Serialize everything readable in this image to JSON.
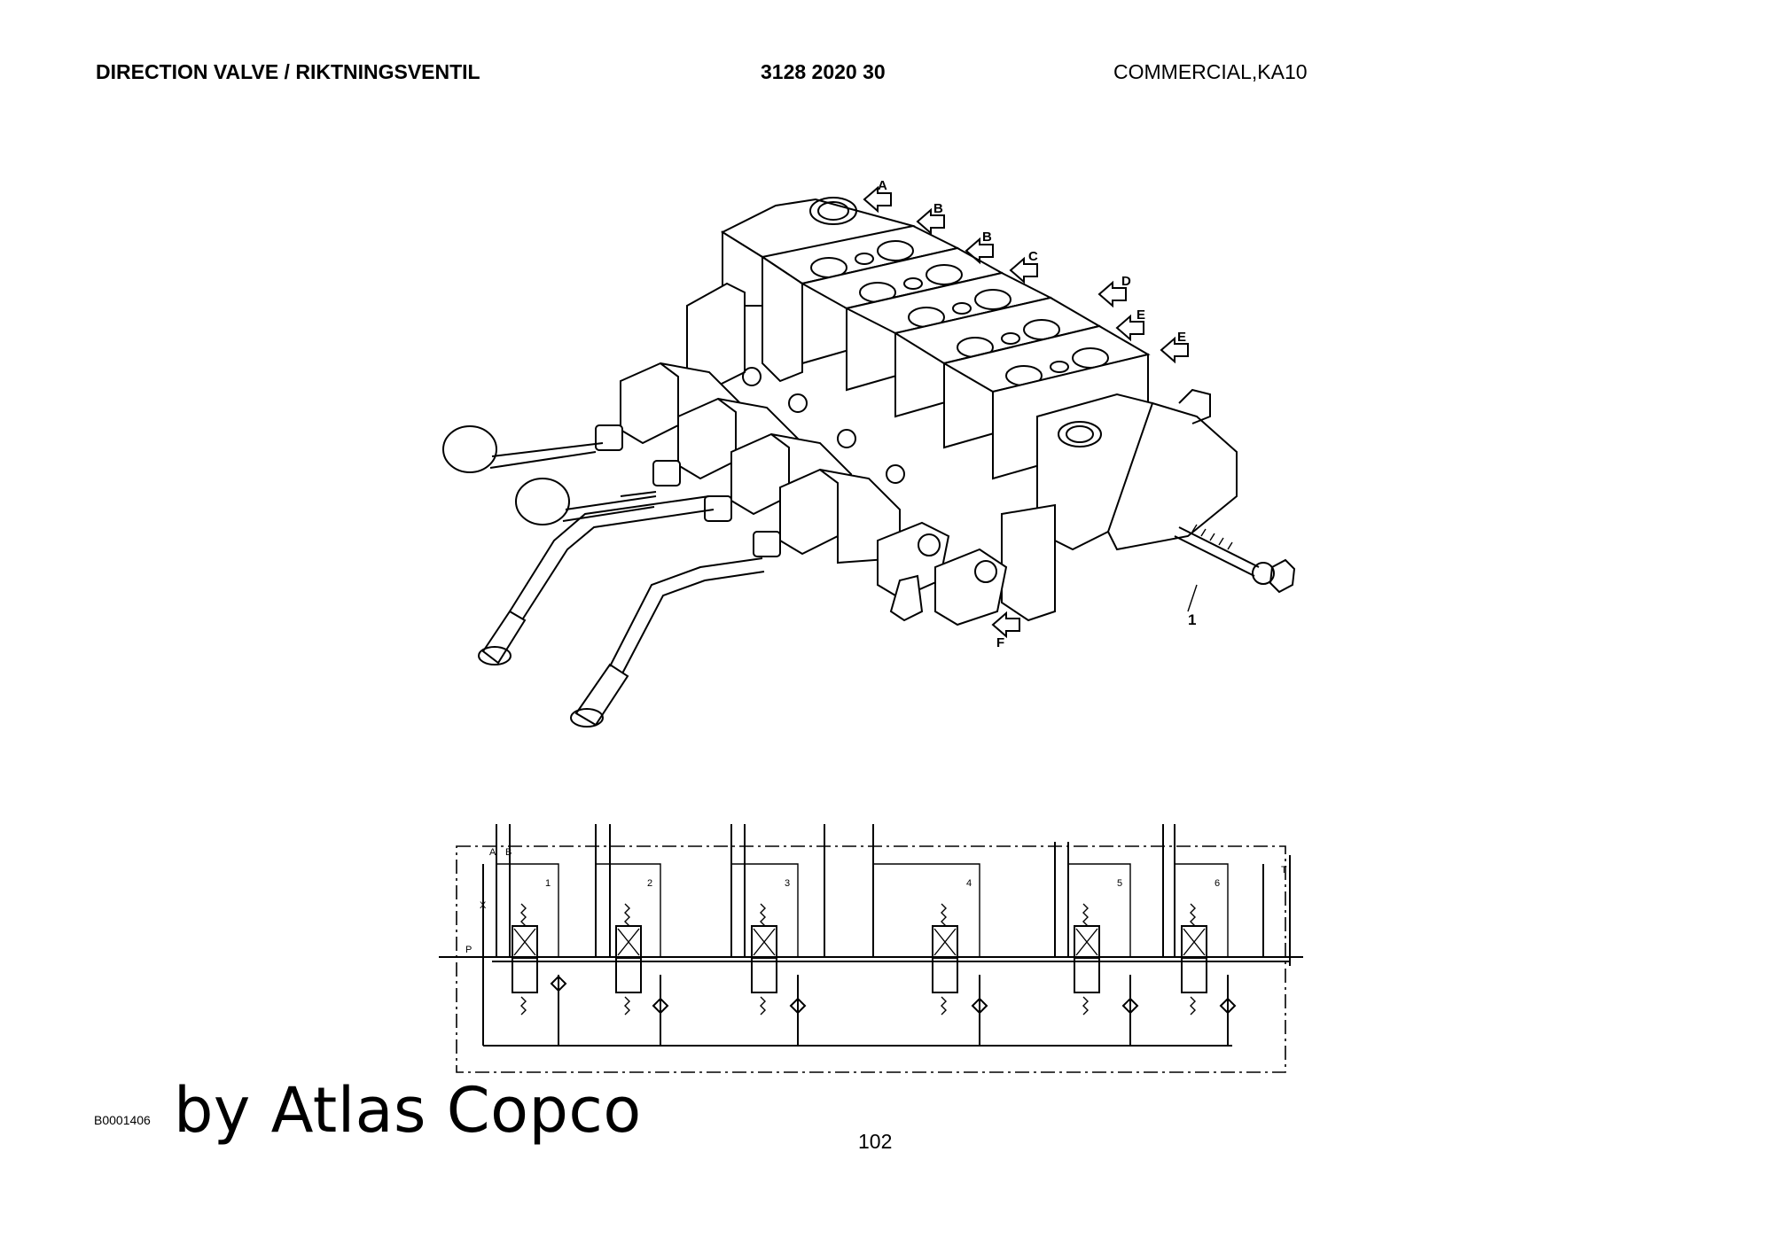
{
  "header": {
    "title": "DIRECTION VALVE / RIKTNINGSVENTIL",
    "part_number": "3128 2020 30",
    "model": "COMMERCIAL,KA10"
  },
  "drawing": {
    "port_labels": [
      "A",
      "B",
      "B",
      "C",
      "D",
      "E",
      "E",
      "F"
    ],
    "item_callouts": [
      "1"
    ],
    "schematic_sections": [
      "1",
      "2",
      "3",
      "4",
      "5",
      "6"
    ],
    "schematic_port_letters": [
      "A",
      "B",
      "P",
      "T",
      "X"
    ]
  },
  "footer": {
    "figure_id": "B0001406",
    "brand": "by Atlas Copco",
    "page_number": "102"
  }
}
